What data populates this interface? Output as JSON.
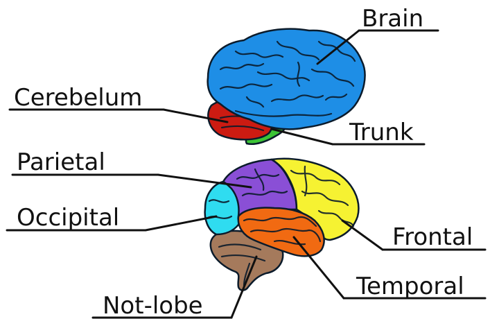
{
  "labels": {
    "brain": "Brain",
    "cerebelum": "Cerebelum",
    "trunk": "Trunk",
    "parietal": "Parietal",
    "occipital": "Occipital",
    "frontal": "Frontal",
    "temporal": "Temporal",
    "not_lobe": "Not-lobe"
  },
  "colors": {
    "brain": "#1e8ee6",
    "cerebelum": "#cc1b12",
    "trunk": "#3bc436",
    "parietal": "#8a4fd6",
    "occipital": "#2fdcf0",
    "frontal": "#f6f232",
    "temporal": "#f16a12",
    "not_lobe": "#a57a5c"
  }
}
